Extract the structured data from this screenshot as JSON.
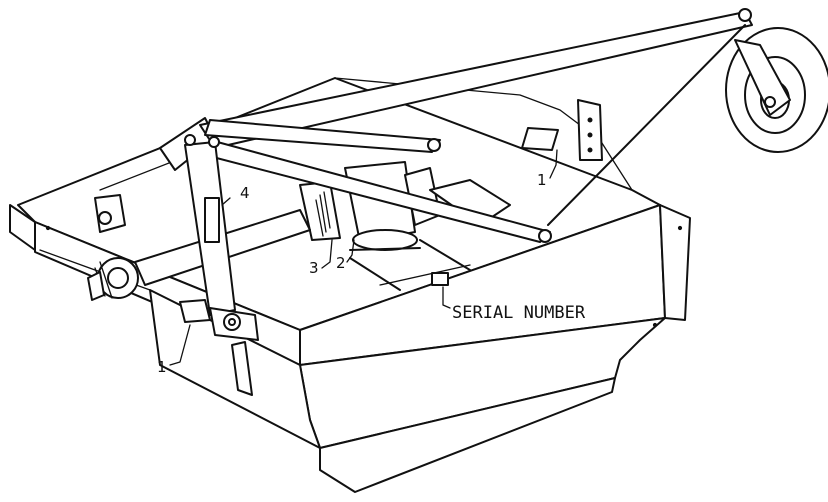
{
  "labels": {
    "serial_number": "SERIAL NUMBER",
    "callout_1": "1",
    "callout_2": "2",
    "callout_3": "3",
    "callout_4": "4"
  }
}
